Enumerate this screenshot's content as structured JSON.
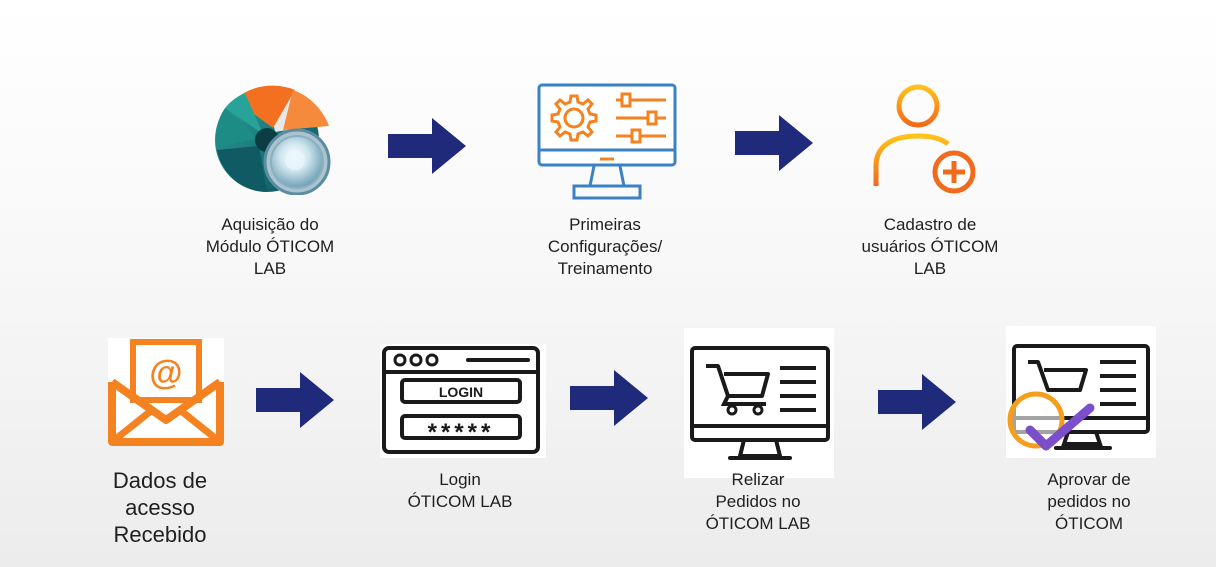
{
  "colors": {
    "arrow": "#1f2a7a",
    "orange": "#f58220",
    "blue_line": "#3b82c4",
    "dark_line": "#1a1a1a",
    "purple_check": "#7b4fc9",
    "teal_logo": "#1c7a74"
  },
  "steps": [
    {
      "icon": "oticom-logo-icon",
      "label_lines": [
        "Aquisição do",
        "Módulo ÓTICOM",
        "LAB"
      ]
    },
    {
      "icon": "monitor-settings-icon",
      "label_lines": [
        "Primeiras",
        "Configurações/",
        "Treinamento"
      ]
    },
    {
      "icon": "add-user-icon",
      "label_lines": [
        "Cadastro de",
        "usuários ÓTICOM",
        "LAB"
      ]
    },
    {
      "icon": "email-at-icon",
      "label_lines": [
        "Dados de",
        "acesso",
        "Recebido"
      ]
    },
    {
      "icon": "login-window-icon",
      "label_lines": [
        "Login",
        "ÓTICOM LAB"
      ],
      "login_text": "LOGIN",
      "password_text": "*****"
    },
    {
      "icon": "cart-monitor-icon",
      "label_lines": [
        "Relizar",
        "Pedidos no",
        "ÓTICOM LAB"
      ]
    },
    {
      "icon": "cart-approve-icon",
      "label_lines": [
        "Aprovar de",
        "pedidos no",
        "ÓTICOM"
      ]
    }
  ]
}
